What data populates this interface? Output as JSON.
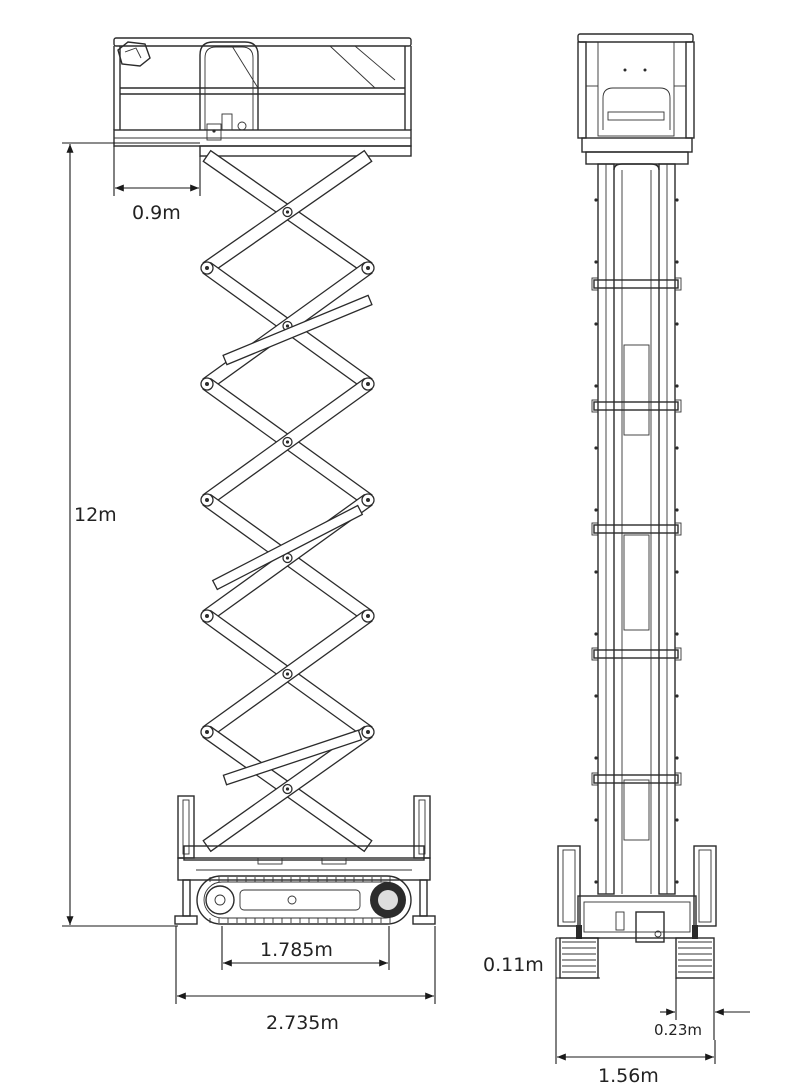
{
  "diagram": {
    "dimensions": {
      "platform_extension": "0.9m",
      "max_height": "12m",
      "track_length": "1.785m",
      "overall_length": "2.735m",
      "ground_clearance": "0.11m",
      "track_width": "0.23m",
      "overall_width": "1.56m"
    }
  }
}
